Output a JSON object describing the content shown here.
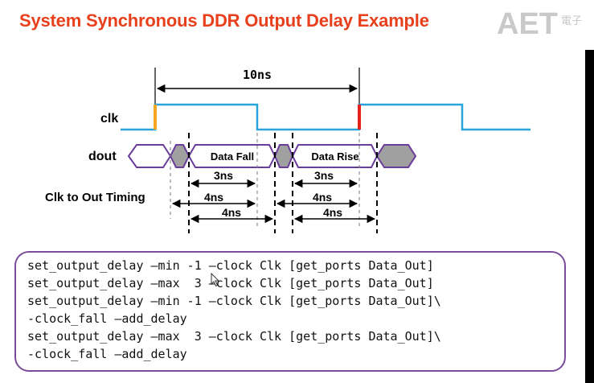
{
  "slide": {
    "title": "System Synchronous DDR Output Delay Example",
    "logo_text": "AET",
    "logo_suffix": "電子"
  },
  "diagram": {
    "period_label": "10ns",
    "signals": [
      "clk",
      "dout",
      "Clk to Out Timing"
    ],
    "data_fall": "Data Fall",
    "data_rise": "Data Rise",
    "intervals": [
      "3ns",
      "4ns",
      "4ns",
      "3ns",
      "4ns",
      "4ns"
    ],
    "colors": {
      "clk": "#29a3dc",
      "rise_edge": "#f5a623",
      "rise_edge2": "#e8201c",
      "bus": "#6a3d9a",
      "transition_fill": "#a0a0a0"
    }
  },
  "code": {
    "lines": [
      "set_output_delay –min -1 –clock Clk [get_ports Data_Out]",
      "set_output_delay –max  3 –clock Clk [get_ports Data_Out]",
      "set_output_delay –min -1 –clock Clk [get_ports Data_Out]\\",
      "-clock_fall –add_delay",
      "set_output_delay –max  3 –clock Clk [get_ports Data_Out]\\",
      "-clock_fall –add_delay"
    ]
  }
}
